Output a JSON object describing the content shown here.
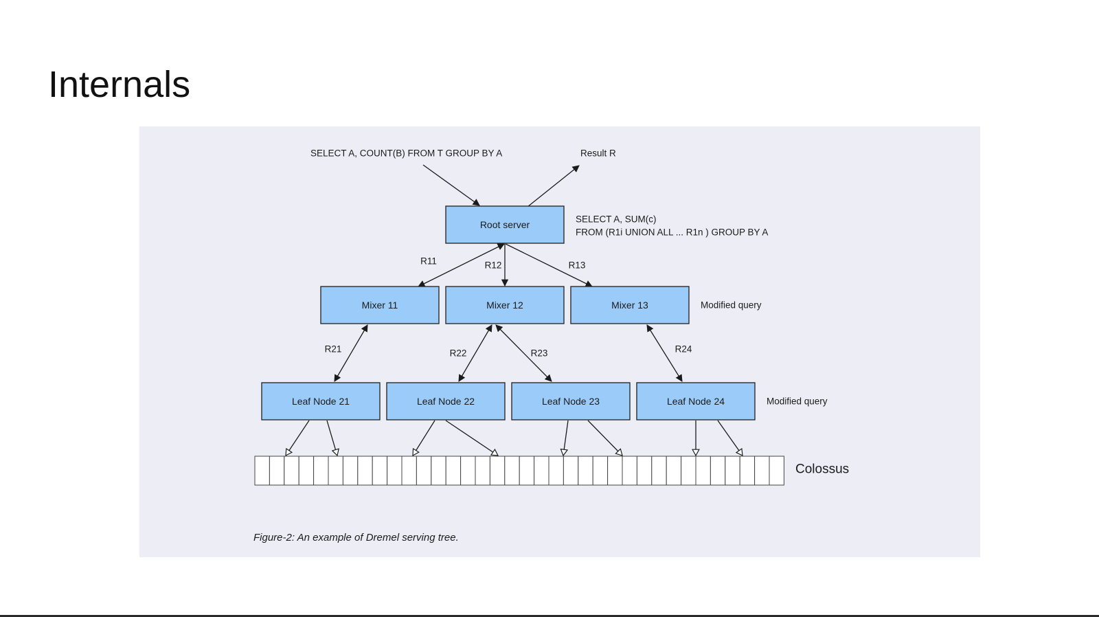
{
  "slide": {
    "title": "Internals"
  },
  "diagram": {
    "query_top": "SELECT A, COUNT(B) FROM T GROUP BY A",
    "result": "Result R",
    "root": {
      "label": "Root server"
    },
    "root_query_line1": "SELECT A, SUM(c)",
    "root_query_line2": "FROM (R1i UNION ALL ... R1n ) GROUP BY A",
    "mixers": [
      {
        "label": "Mixer 11"
      },
      {
        "label": "Mixer 12"
      },
      {
        "label": "Mixer 13"
      }
    ],
    "leaves": [
      {
        "label": "Leaf Node 21"
      },
      {
        "label": "Leaf Node 22"
      },
      {
        "label": "Leaf Node 23"
      },
      {
        "label": "Leaf Node 24"
      }
    ],
    "edge_labels": {
      "r11": "R11",
      "r12": "R12",
      "r13": "R13",
      "r21": "R21",
      "r22": "R22",
      "r23": "R23",
      "r24": "R24"
    },
    "mixer_note": "Modified query",
    "leaf_note": "Modified query",
    "storage_label": "Colossus",
    "caption": "Figure-2: An example of Dremel serving tree."
  },
  "colors": {
    "node_fill": "#9bcbf8",
    "panel_bg": "#ecedf5"
  }
}
